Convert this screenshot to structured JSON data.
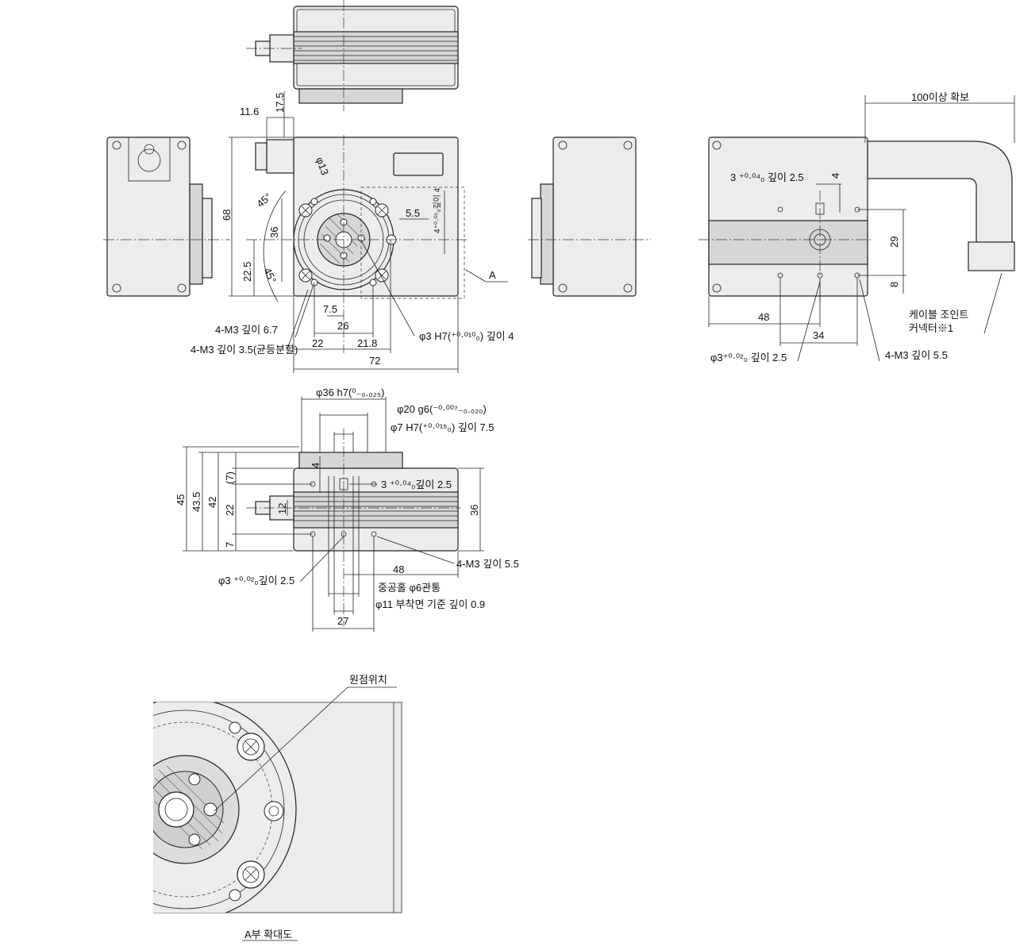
{
  "labels": {
    "d_11_6": "11.6",
    "d_17_5": "17.5",
    "d_phi13": "φ13",
    "d_45a": "45°",
    "d_45b": "45°",
    "d_68": "68",
    "d_36": "36",
    "d_22_5": "22.5",
    "d_5_5": "5.5",
    "d_depth4": "4⁺⁰·⁰⁵₀깊이 4",
    "d_A": "A",
    "d_7_5": "7.5",
    "d_26": "26",
    "d_22": "22",
    "d_21_8": "21.8",
    "d_72": "72",
    "m3_67": "4-M3 깊이 6.7",
    "m3_35": "4-M3 깊이 3.5(균등분할)",
    "phi3_h7": "φ3 H7(⁺⁰·⁰¹⁰₀) 깊이 4",
    "right_100": "100이상 확보",
    "right_3_25": "3 ⁺⁰·⁰⁴₀ 깊이 2.5",
    "right_4": "4",
    "right_29": "29",
    "right_8": "8",
    "right_48": "48",
    "right_34": "34",
    "right_phi3": "φ3⁺⁰·⁰²₀ 깊이 2.5",
    "right_m3": "4-M3 깊이 5.5",
    "right_cable1": "케이블 조인트",
    "right_cable2": "커넥터※1",
    "side_phi36": "φ36 h7(⁰₋₀.₀₂₅)",
    "side_phi20": "φ20 g6(⁻⁰·⁰⁰⁷₋₀.₀₂₀)",
    "side_phi7": "φ7 H7(⁺⁰·⁰¹⁵₀) 깊이 7.5",
    "side_45": "45",
    "side_43_5": "43.5",
    "side_42": "42",
    "side_7p": "(7)",
    "side_22": "22",
    "side_7": "7",
    "side_4": "4",
    "side_12": "12",
    "side_36": "36",
    "side_3_25": "3 ⁺⁰·⁰⁴₀깊이 2.5",
    "side_48": "48",
    "side_m3": "4-M3 깊이 5.5",
    "side_phi3": "φ3 ⁺⁰·⁰²₀깊이 2.5",
    "side_hollow": "중공홀 φ6관통",
    "side_phi11": "φ11 부착면 기준 깊이 0.9",
    "side_27": "27",
    "detail_origin": "원점위치",
    "detail_caption": "A부 확대도"
  }
}
